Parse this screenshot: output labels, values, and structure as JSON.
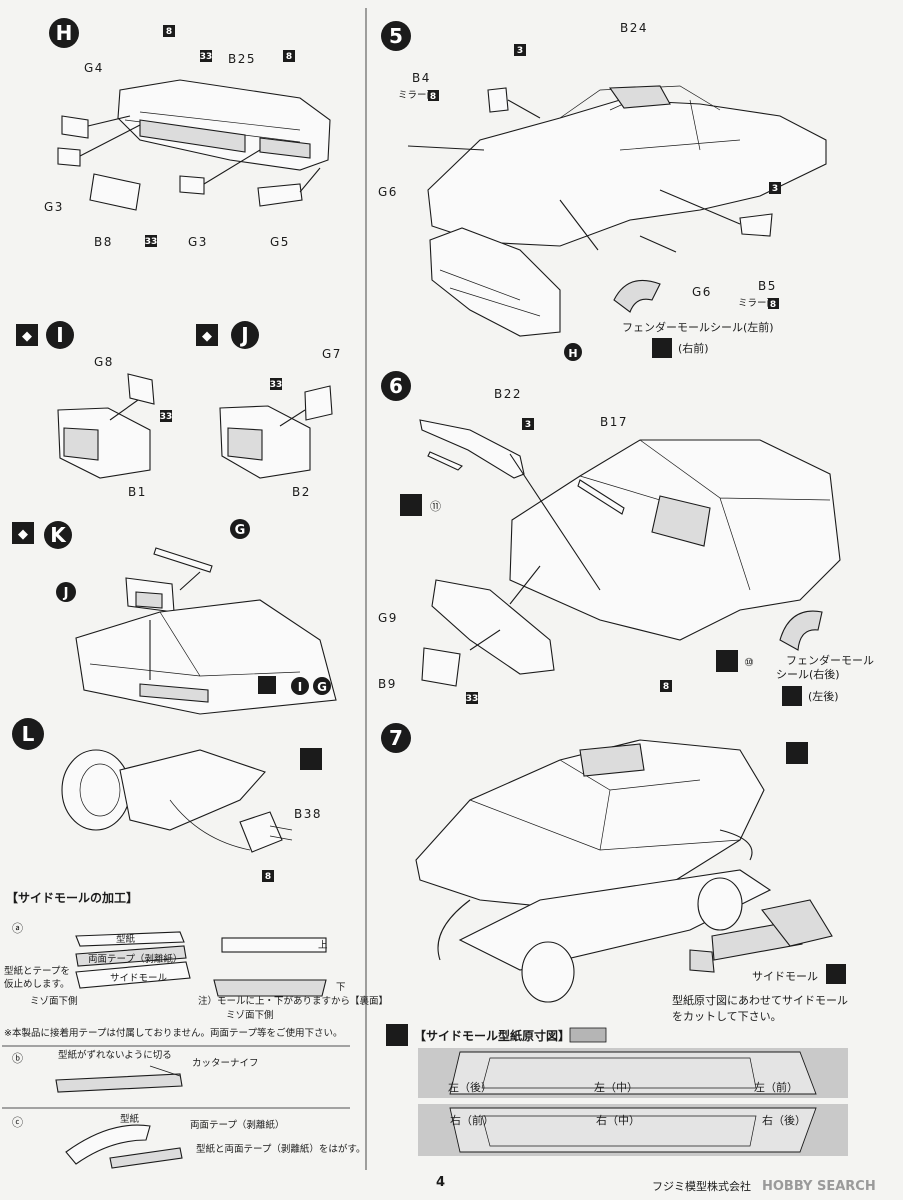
{
  "page_number": "4",
  "publisher": "フジミ模型株式会社",
  "watermark": "HOBBY SEARCH",
  "steps": {
    "H": {
      "letter": "H",
      "parts": [
        "G4",
        "B25",
        "G3",
        "B8",
        "G3",
        "G5"
      ]
    },
    "I": {
      "letter": "I",
      "parts": [
        "G8",
        "B1"
      ]
    },
    "J": {
      "letter": "J",
      "parts": [
        "G7",
        "B2"
      ]
    },
    "K": {
      "letter": "K",
      "parts": [
        "G",
        "J"
      ]
    },
    "L": {
      "letter": "L",
      "parts": [
        "B38"
      ]
    },
    "5": {
      "number": "5",
      "parts": [
        "B24",
        "B4",
        "B5",
        "G6",
        "G6"
      ],
      "mirror_color_note": "ミラー面",
      "fender_seal": "フェンダーモールシール(左前)",
      "fender_seal_right": "(右前)",
      "callout": "H"
    },
    "6": {
      "number": "6",
      "parts": [
        "B22",
        "B17",
        "G9",
        "B9"
      ],
      "fender_seal": "フェンダーモール",
      "fender_seal_2": "シール(右後)",
      "fender_seal_3": "(左後)",
      "decal_1": "⑪",
      "decal_2": "⑩"
    },
    "7": {
      "number": "7",
      "side_mold": "サイドモール",
      "instruction_1": "型紙原寸図にあわせてサイドモール",
      "instruction_2": "をカットして下さい。"
    }
  },
  "labels": {
    "H_G4": "G4",
    "H_B25": "B25",
    "H_G3a": "G3",
    "H_B8": "B8",
    "H_G3b": "G3",
    "H_G5": "G5",
    "I_G8": "G8",
    "I_B1": "B1",
    "J_G7": "G7",
    "J_B2": "B2",
    "K_G": "G",
    "K_J": "J",
    "L_B38": "B38",
    "S5_B24": "B24",
    "S5_B4": "B4",
    "S5_B5": "B5",
    "S5_G6a": "G6",
    "S5_G6b": "G6",
    "S6_B22": "B22",
    "S6_B17": "B17",
    "S6_G9": "G9",
    "S6_B9": "B9"
  },
  "color_codes": {
    "c8": "8",
    "c33": "33",
    "c3": "3"
  },
  "side_mold_processing": {
    "title": "【サイドモールの加工】",
    "step_a": "ⓐ",
    "step_b": "ⓑ",
    "step_c": "ⓒ",
    "a_pattern": "型紙",
    "a_tape": "両面テープ（剥離紙）",
    "a_mold": "サイドモール",
    "a_note_1": "型紙とテープを",
    "a_note_2": "仮止めします。",
    "a_groove": "ミゾ面下側",
    "a_up": "上",
    "a_down": "下",
    "a_note_3": "注）モールに上・下がありますから【裏面】",
    "a_note_4": "ミゾ面下側",
    "notice": "※本製品に接着用テープは付属しておりません。両面テープ等をご使用下さい。",
    "b_note": "型紙がずれないように切る",
    "b_knife": "カッターナイフ",
    "c_pattern": "型紙",
    "c_tape": "両面テープ（剥離紙）",
    "c_note": "型紙と両面テープ（剥離紙）をはがす。"
  },
  "template": {
    "title": "【サイドモール型紙原寸図】",
    "row1": [
      "左（後）",
      "左（中）",
      "左（前）"
    ],
    "row2": [
      "右（前）",
      "右（中）",
      "右（後）"
    ]
  }
}
